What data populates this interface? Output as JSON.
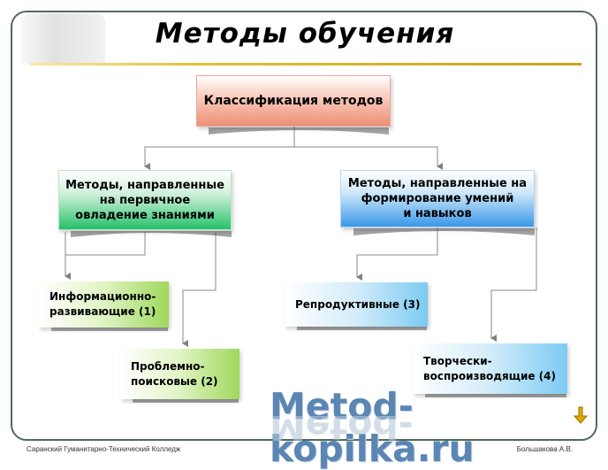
{
  "title": "Методы обучения",
  "root": {
    "label": "Классификация методов"
  },
  "left_branch": {
    "lines": [
      "Методы, направленные",
      "на первичное",
      "овладение знаниями"
    ],
    "children": [
      {
        "lines": [
          "Информационно-",
          "развивающие  (1)"
        ]
      },
      {
        "lines": [
          "Проблемно-",
          "поисковые (2)"
        ]
      }
    ]
  },
  "right_branch": {
    "lines": [
      "Методы, направленные на",
      "формирование умений",
      "и навыков"
    ],
    "children": [
      {
        "lines": [
          "Репродуктивные (3)"
        ]
      },
      {
        "lines": [
          "Творчески-",
          "воспроизводящие (4)"
        ]
      }
    ]
  },
  "footer": {
    "left": "Саранский Гуманитарно-Технический Колледж",
    "right": "Большакова А.В."
  },
  "watermark": "Metod-kopilka.ru",
  "colors": {
    "root": "#ee8f74",
    "left_branch": "#26c16a",
    "right_branch": "#3a97e8",
    "left_children": "#9fd85c",
    "right_children": "#7ccbf2",
    "frame": "#4f6b55",
    "title_rule": "#e1c138"
  },
  "icons": [
    "presenter-silhouette-icon",
    "next-arrow-icon"
  ]
}
